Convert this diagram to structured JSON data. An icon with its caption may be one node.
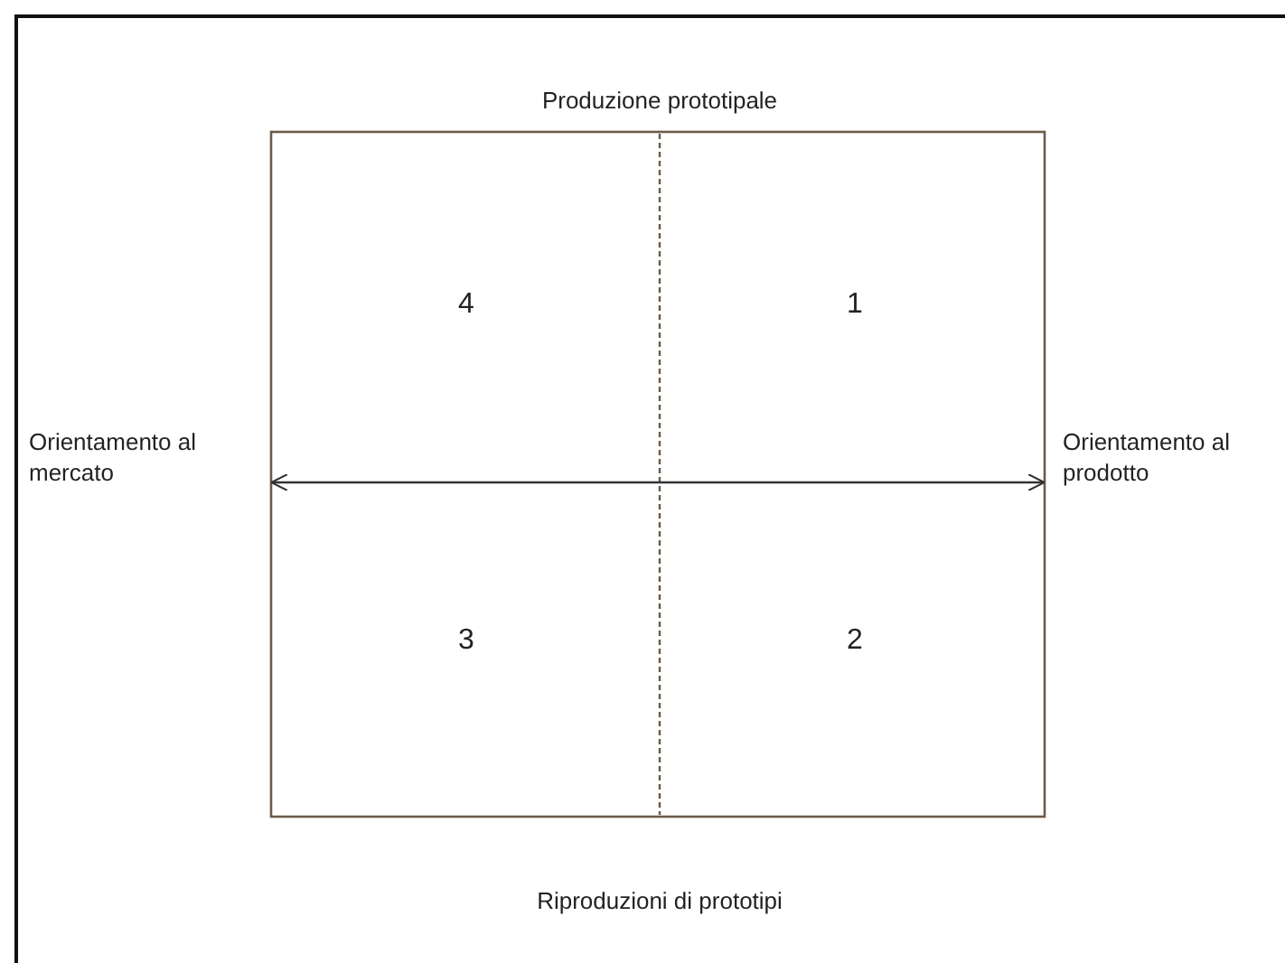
{
  "diagram": {
    "labels": [
      "Produzione prototipale",
      "4",
      "1",
      "Orientamento al mercato",
      "Orientamento al prodotto",
      "3",
      "2",
      "Riproduzioni di prototipi"
    ]
  }
}
